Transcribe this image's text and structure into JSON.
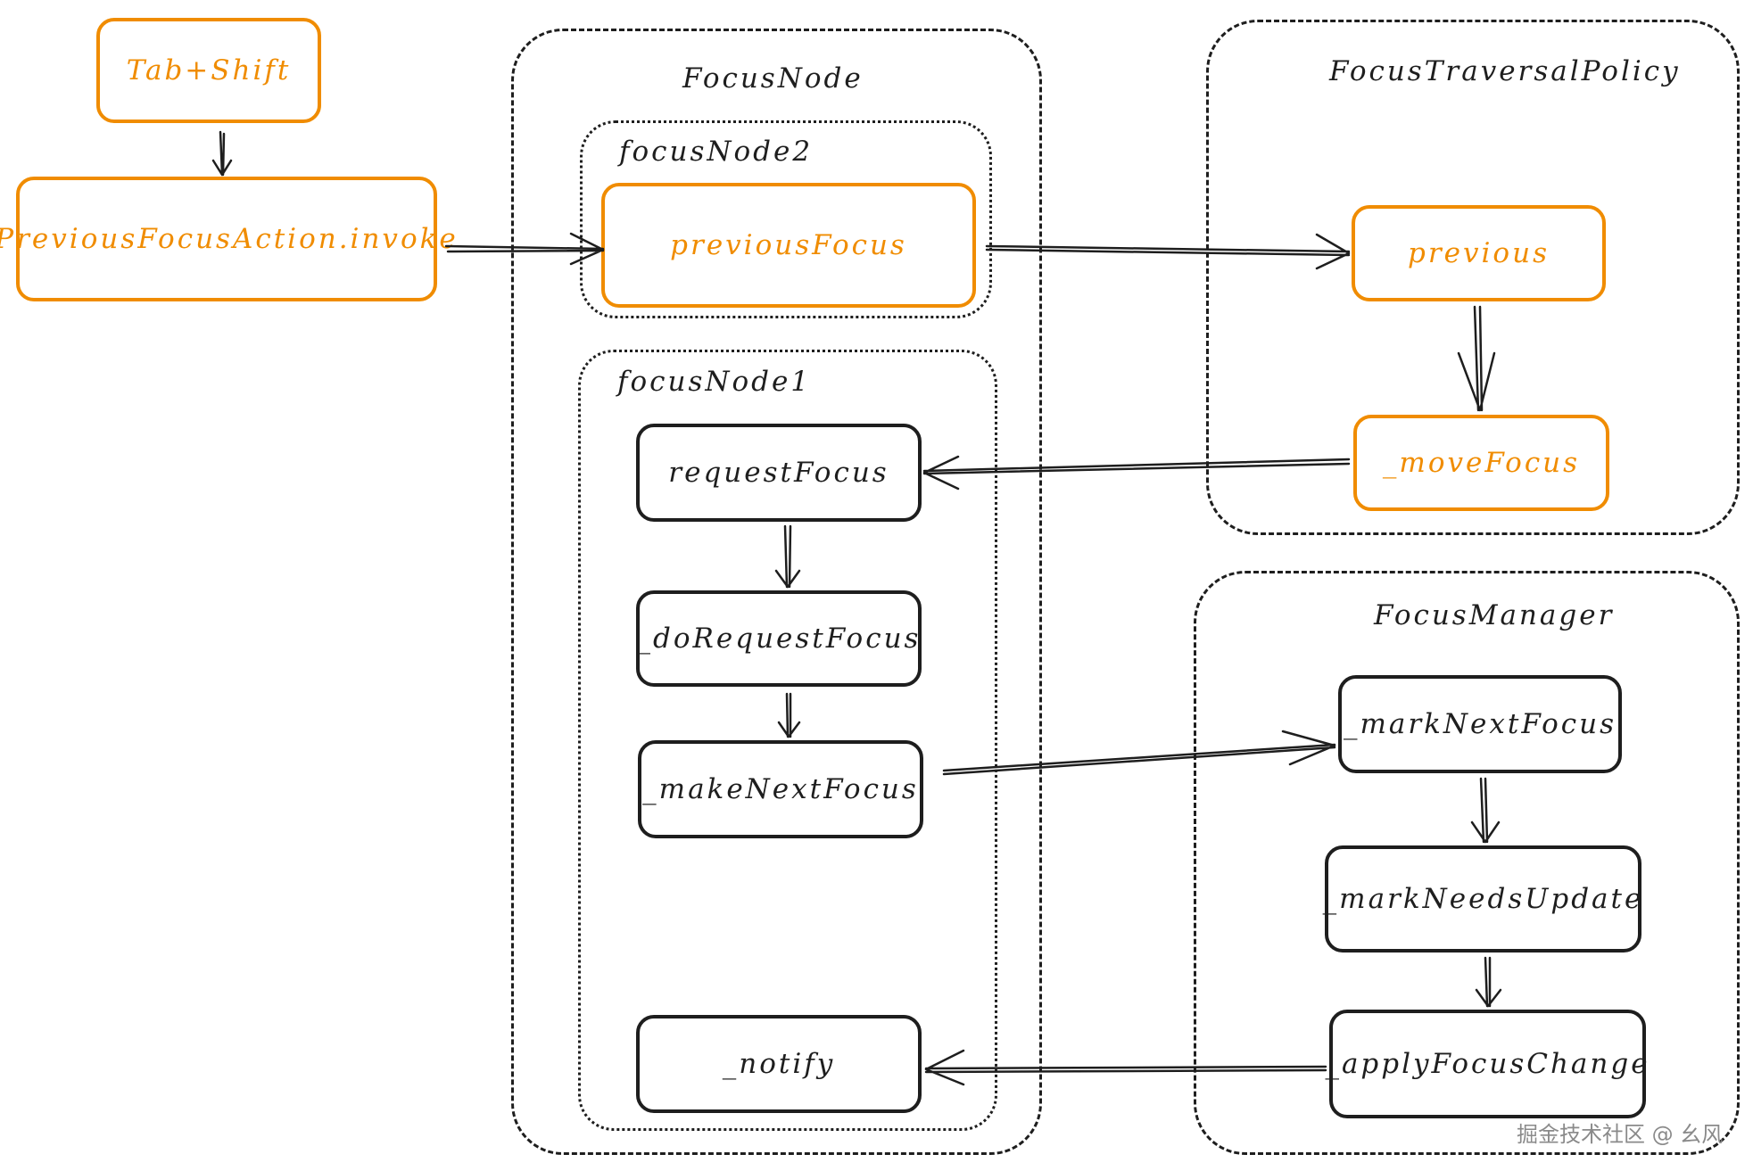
{
  "groups": {
    "focus_node": "FocusNode",
    "focus_traversal_policy": "FocusTraversalPolicy",
    "focus_manager": "FocusManager",
    "focus_node2": "focusNode2",
    "focus_node1": "focusNode1"
  },
  "nodes": {
    "tab_shift": "Tab+Shift",
    "previous_focus_action_invoke": "PreviousFocusAction.invoke",
    "previous_focus": "previousFocus",
    "previous": "previous",
    "move_focus": "_moveFocus",
    "request_focus": "requestFocus",
    "do_request_focus": "_doRequestFocus",
    "make_next_focus": "_makeNextFocus",
    "notify": "_notify",
    "mark_next_focus": "_markNextFocus",
    "mark_needs_update": "_markNeedsUpdate",
    "apply_focus_change": "_applyFocusChange"
  },
  "colors": {
    "highlight": "#f08c00",
    "stroke": "#1e1e1e"
  },
  "watermark": "掘金技术社区 @ 幺风"
}
